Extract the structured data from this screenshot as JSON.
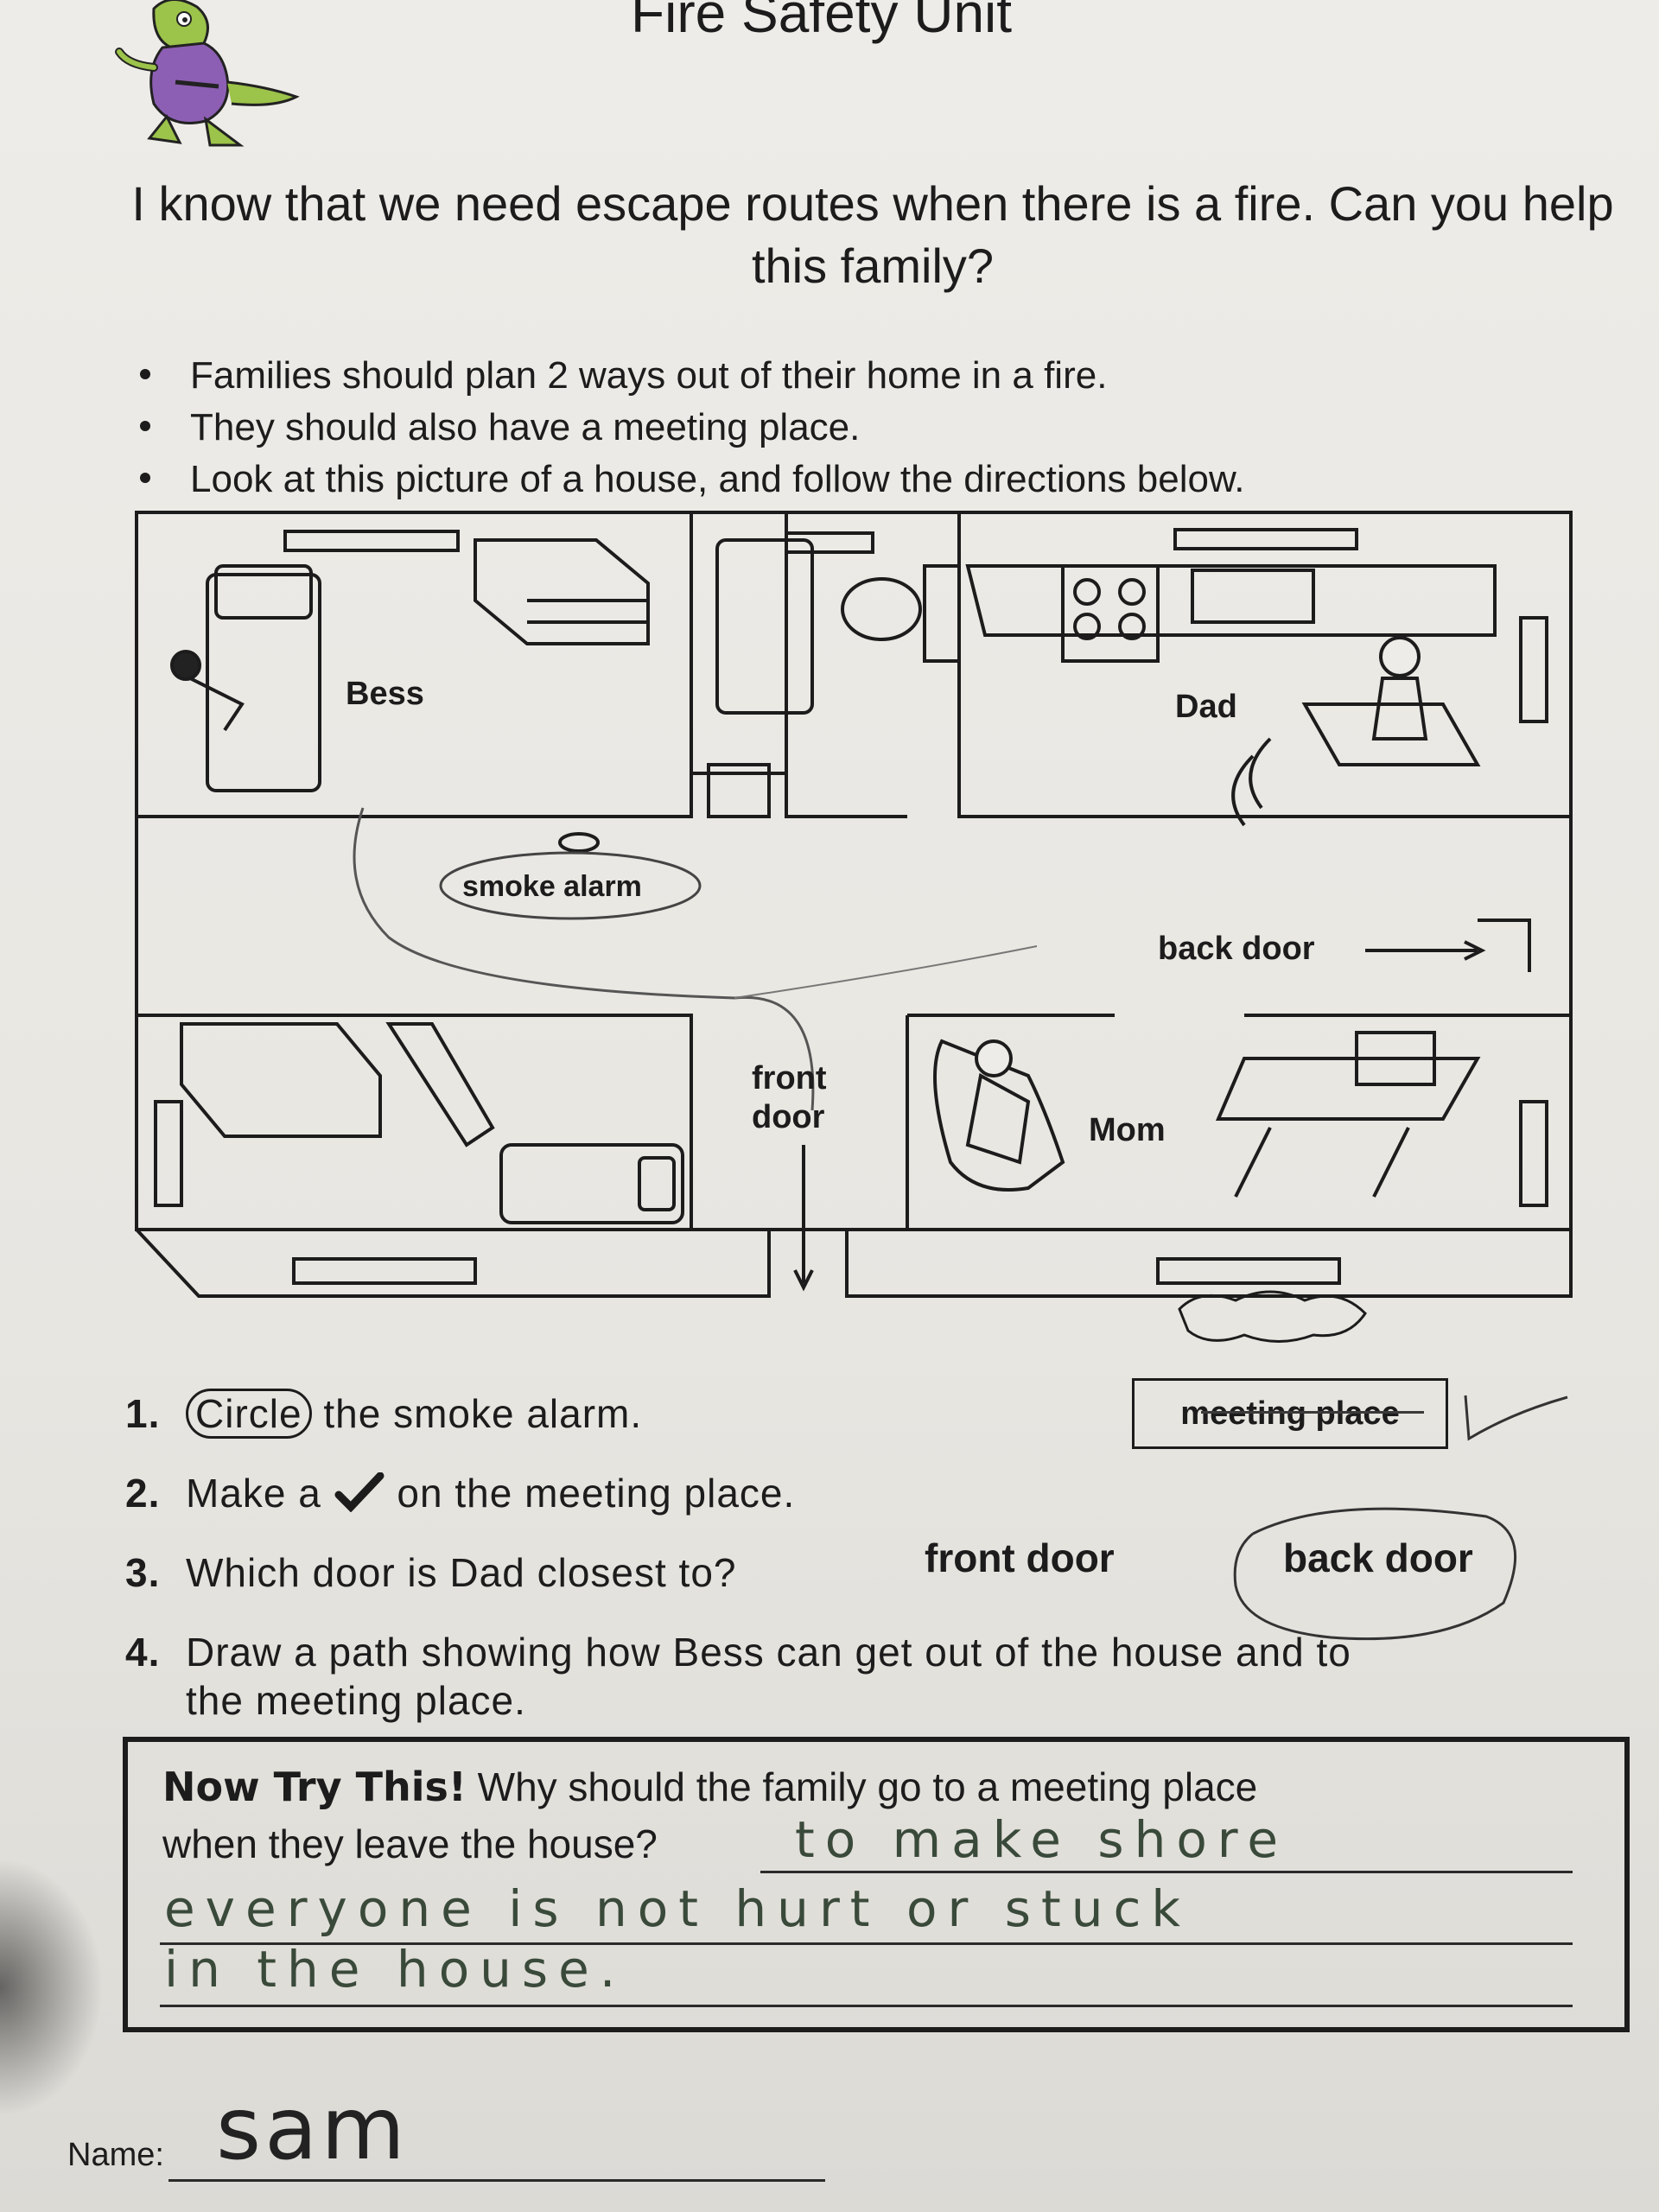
{
  "worksheet": {
    "title": "Fire Safety Unit",
    "intro": "I know that we need escape routes when there is a fire. Can you help this family?",
    "bullets": [
      "Families should plan 2 ways out of their home in a fire.",
      "They should also have a meeting place.",
      "Look at this picture of a house, and follow the directions below."
    ]
  },
  "house_labels": {
    "bess": "Bess",
    "dad": "Dad",
    "mom": "Mom",
    "smoke_alarm": "smoke alarm",
    "back_door": "back door",
    "front_door_1": "front",
    "front_door_2": "door"
  },
  "questions": {
    "q1_num": "1.",
    "q1_circle": "Circle",
    "q1_rest": " the smoke alarm.",
    "q2_num": "2.",
    "q2_pre": "Make a ",
    "q2_post": " on the meeting place.",
    "q3_num": "3.",
    "q3_text": "Which door is Dad closest to?",
    "q3_choice_a": "front door",
    "q3_choice_b": "back door",
    "q4_num": "4.",
    "q4_line1": "Draw a path showing how Bess can get out of the house and to",
    "q4_line2": "the meeting place.",
    "meeting_place": "meeting place"
  },
  "try_this": {
    "lead": "Now Try This!",
    "question_1": " Why should the family go to a meeting place",
    "question_2": "when they leave the house?",
    "answer_1": "to make shore",
    "answer_2": "everyone is not hurt or stuck",
    "answer_3": "in the house."
  },
  "name": {
    "label": "Name:",
    "value": "sam"
  }
}
